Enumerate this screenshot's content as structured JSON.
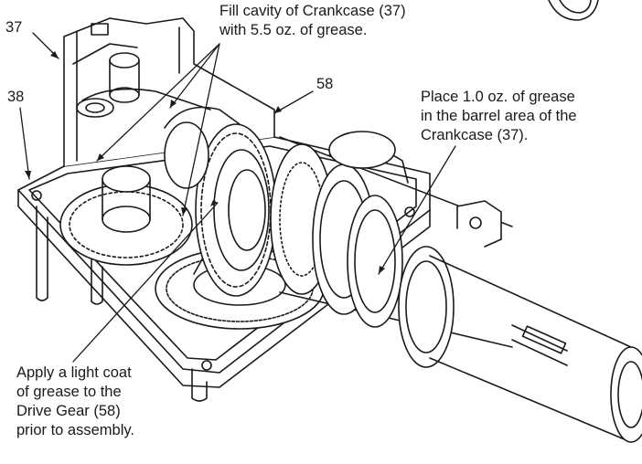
{
  "callouts": {
    "fill_cavity": [
      "Fill cavity of Crankcase (37)",
      "with 5.5 oz. of grease."
    ],
    "barrel": [
      "Place 1.0 oz. of grease",
      "in the barrel area of the",
      "Crankcase (37)."
    ],
    "drive_gear": [
      "Apply a light coat",
      "of  grease to the",
      "Drive Gear (58)",
      "prior to assembly."
    ]
  },
  "part_numbers": {
    "crankcase": "37",
    "gasket": "38",
    "drive_gear": "58"
  }
}
